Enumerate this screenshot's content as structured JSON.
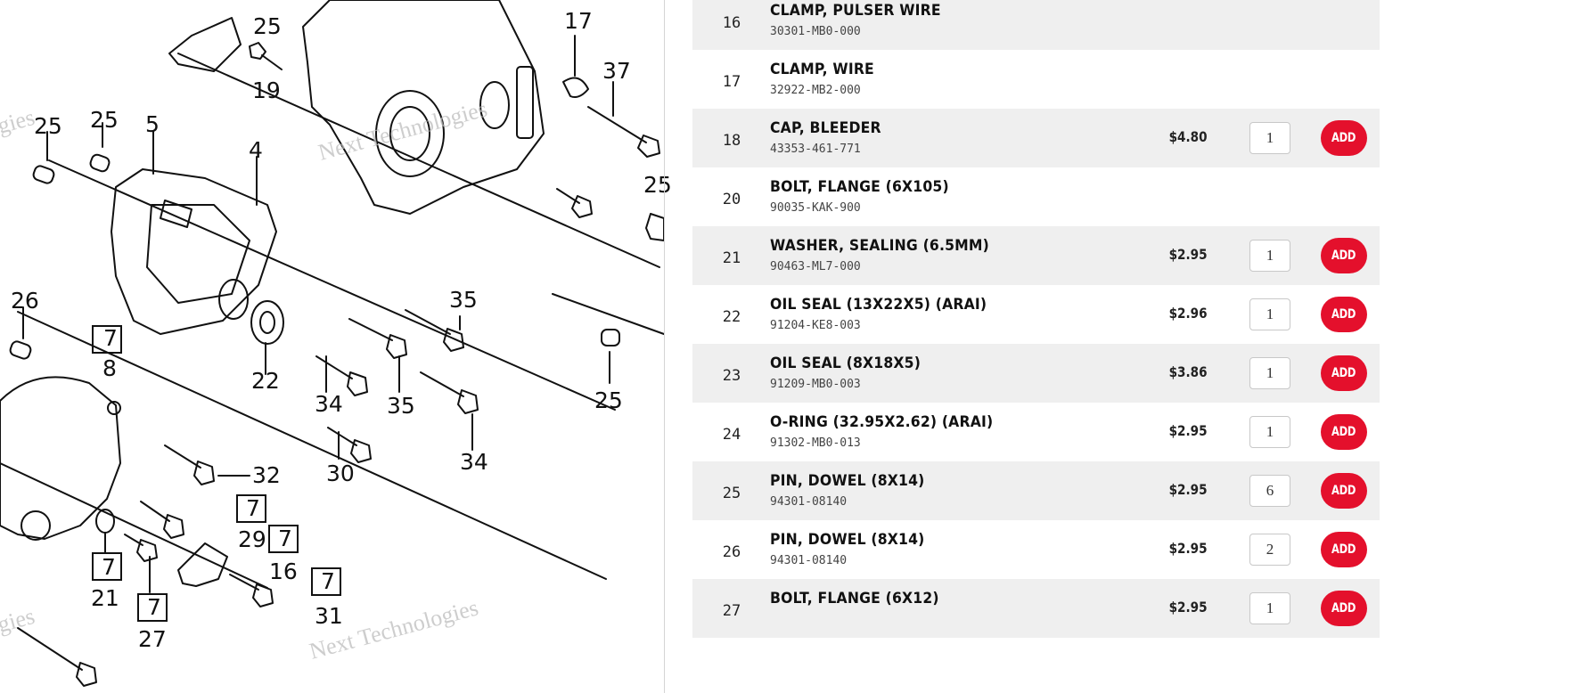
{
  "diagram": {
    "callouts": [
      "25",
      "19",
      "17",
      "37",
      "25",
      "25",
      "5",
      "4",
      "25",
      "26",
      "7",
      "8",
      "22",
      "35",
      "35",
      "34",
      "34",
      "25",
      "30",
      "32",
      "7",
      "29",
      "7",
      "16",
      "7",
      "21",
      "7",
      "27",
      "31"
    ],
    "watermark": "Next Technologies"
  },
  "parts": [
    {
      "ref": "16",
      "name": "CLAMP, PULSER WIRE",
      "part_number": "30301-MB0-000",
      "price": "",
      "qty": ""
    },
    {
      "ref": "17",
      "name": "CLAMP, WIRE",
      "part_number": "32922-MB2-000",
      "price": "",
      "qty": ""
    },
    {
      "ref": "18",
      "name": "CAP, BLEEDER",
      "part_number": "43353-461-771",
      "price": "$4.80",
      "qty": "1",
      "action": "ADD"
    },
    {
      "ref": "20",
      "name": "BOLT, FLANGE (6X105)",
      "part_number": "90035-KAK-900",
      "price": "",
      "qty": ""
    },
    {
      "ref": "21",
      "name": "WASHER, SEALING (6.5MM)",
      "part_number": "90463-ML7-000",
      "price": "$2.95",
      "qty": "1",
      "action": "ADD"
    },
    {
      "ref": "22",
      "name": "OIL SEAL (13X22X5) (ARAI)",
      "part_number": "91204-KE8-003",
      "price": "$2.96",
      "qty": "1",
      "action": "ADD"
    },
    {
      "ref": "23",
      "name": "OIL SEAL (8X18X5)",
      "part_number": "91209-MB0-003",
      "price": "$3.86",
      "qty": "1",
      "action": "ADD"
    },
    {
      "ref": "24",
      "name": "O-RING (32.95X2.62) (ARAI)",
      "part_number": "91302-MB0-013",
      "price": "$2.95",
      "qty": "1",
      "action": "ADD"
    },
    {
      "ref": "25",
      "name": "PIN, DOWEL (8X14)",
      "part_number": "94301-08140",
      "price": "$2.95",
      "qty": "6",
      "action": "ADD"
    },
    {
      "ref": "26",
      "name": "PIN, DOWEL (8X14)",
      "part_number": "94301-08140",
      "price": "$2.95",
      "qty": "2",
      "action": "ADD"
    },
    {
      "ref": "27",
      "name": "BOLT, FLANGE (6X12)",
      "part_number": "",
      "price": "$2.95",
      "qty": "1",
      "action": "ADD"
    }
  ]
}
